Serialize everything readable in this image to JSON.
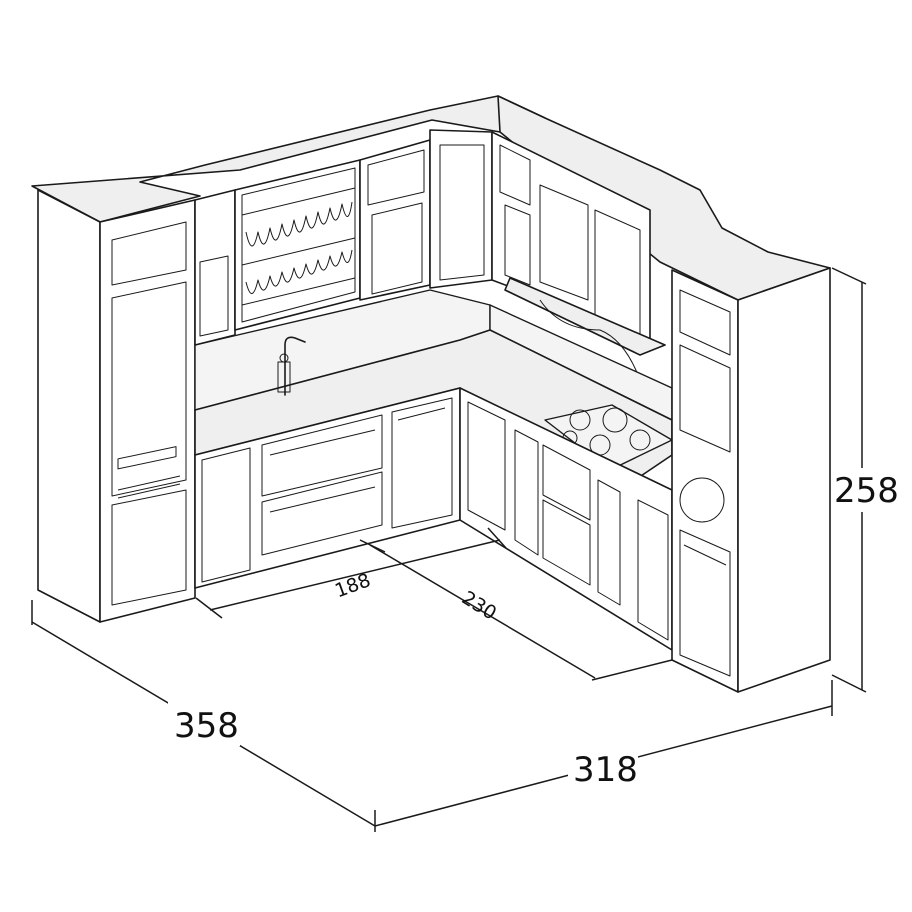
{
  "dimensions": {
    "depth_left": "358",
    "width_right": "318",
    "height": "258",
    "inner_back": "188",
    "inner_side": "230"
  }
}
